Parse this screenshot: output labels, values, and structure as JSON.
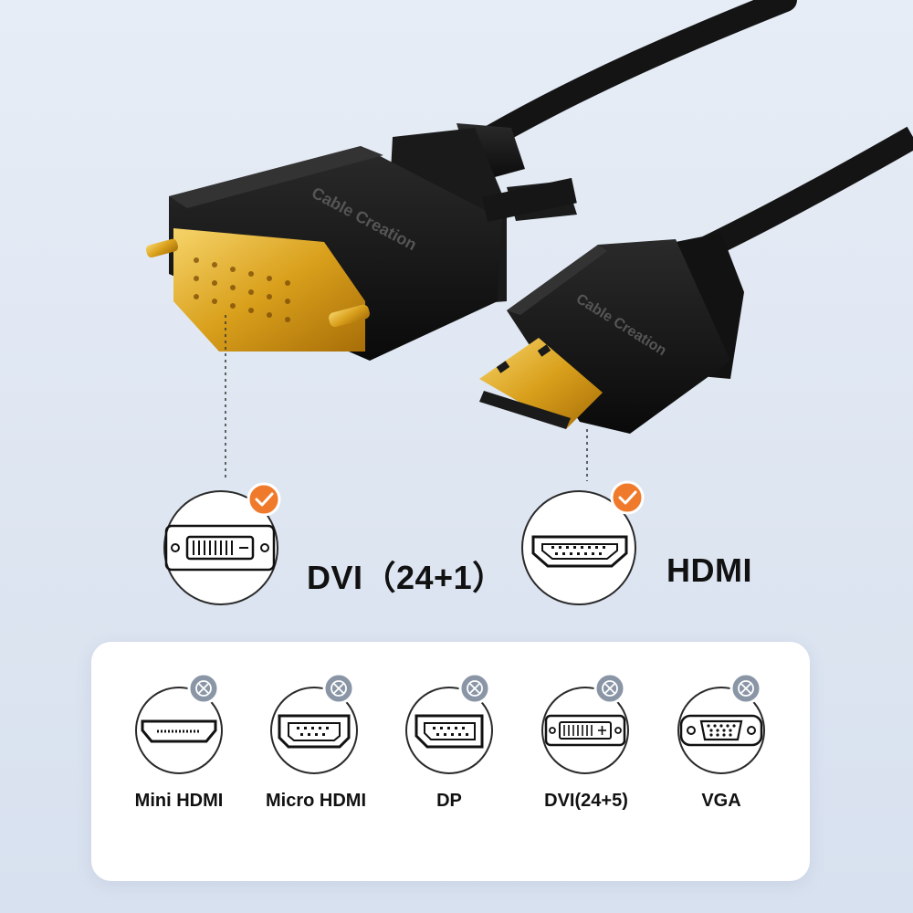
{
  "brand": {
    "logo_text": "Cable Creation"
  },
  "colors": {
    "accent_orange": "#f07a2c",
    "cross_grey": "#8a95a6",
    "cable_black": "#141414",
    "gold": "#d9a01c"
  },
  "supported": [
    {
      "label": "DVI（24+1）",
      "icon": "dvi-24-1-port-icon",
      "status_icon": "check-icon"
    },
    {
      "label": "HDMI",
      "icon": "hdmi-port-icon",
      "status_icon": "check-icon"
    }
  ],
  "unsupported": [
    {
      "label": "Mini HDMI",
      "icon": "mini-hdmi-port-icon",
      "status_icon": "cross-icon"
    },
    {
      "label": "Micro HDMI",
      "icon": "micro-hdmi-port-icon",
      "status_icon": "cross-icon"
    },
    {
      "label": "DP",
      "icon": "displayport-icon",
      "status_icon": "cross-icon"
    },
    {
      "label": "DVI(24+5)",
      "icon": "dvi-24-5-port-icon",
      "status_icon": "cross-icon"
    },
    {
      "label": "VGA",
      "icon": "vga-port-icon",
      "status_icon": "cross-icon"
    }
  ]
}
